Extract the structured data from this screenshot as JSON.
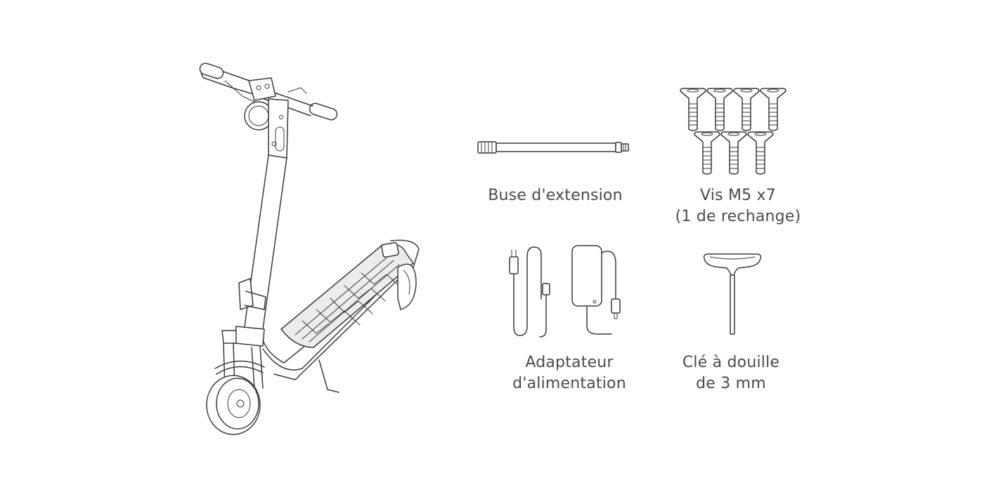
{
  "items": {
    "scooter": {
      "icon": "electric-scooter-icon"
    },
    "extension": {
      "label": "Buse d'extension",
      "icon": "extension-nozzle-icon"
    },
    "screws": {
      "line1": "Vis M5 x7",
      "line2": "(1 de rechange)",
      "icon": "screws-icon"
    },
    "adapter": {
      "line1": "Adaptateur",
      "line2": "d'alimentation",
      "icon": "power-adapter-icon"
    },
    "wrench": {
      "line1": "Clé à douille",
      "line2": "de 3 mm",
      "icon": "socket-wrench-icon"
    }
  },
  "colors": {
    "line": "#3a3a3a",
    "text": "#4a4a4a",
    "deck_fill": "#ececec",
    "background": "#ffffff"
  }
}
